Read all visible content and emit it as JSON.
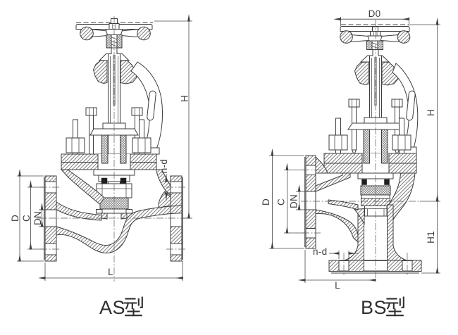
{
  "figure": {
    "type": "engineering-drawing",
    "description": "Sectional drawings of two flanged globe valve patterns with dimension callouts",
    "colors": {
      "background": "#ffffff",
      "line": "#3c3c3c",
      "text": "#2e2e2e"
    },
    "valves": {
      "as": {
        "caption": "AS型",
        "caption_latin": "AS",
        "caption_cjk": "型",
        "dims": {
          "h": "H",
          "d": "D",
          "c": "C",
          "dn": "DN",
          "l": "L",
          "nd": "n-d"
        }
      },
      "bs": {
        "caption": "BS型",
        "caption_latin": "BS",
        "caption_cjk": "型",
        "dims": {
          "d0": "D0",
          "h": "H",
          "h1": "H1",
          "d": "D",
          "c": "C",
          "dn": "DN",
          "l": "L",
          "nd": "n-d"
        }
      }
    }
  }
}
